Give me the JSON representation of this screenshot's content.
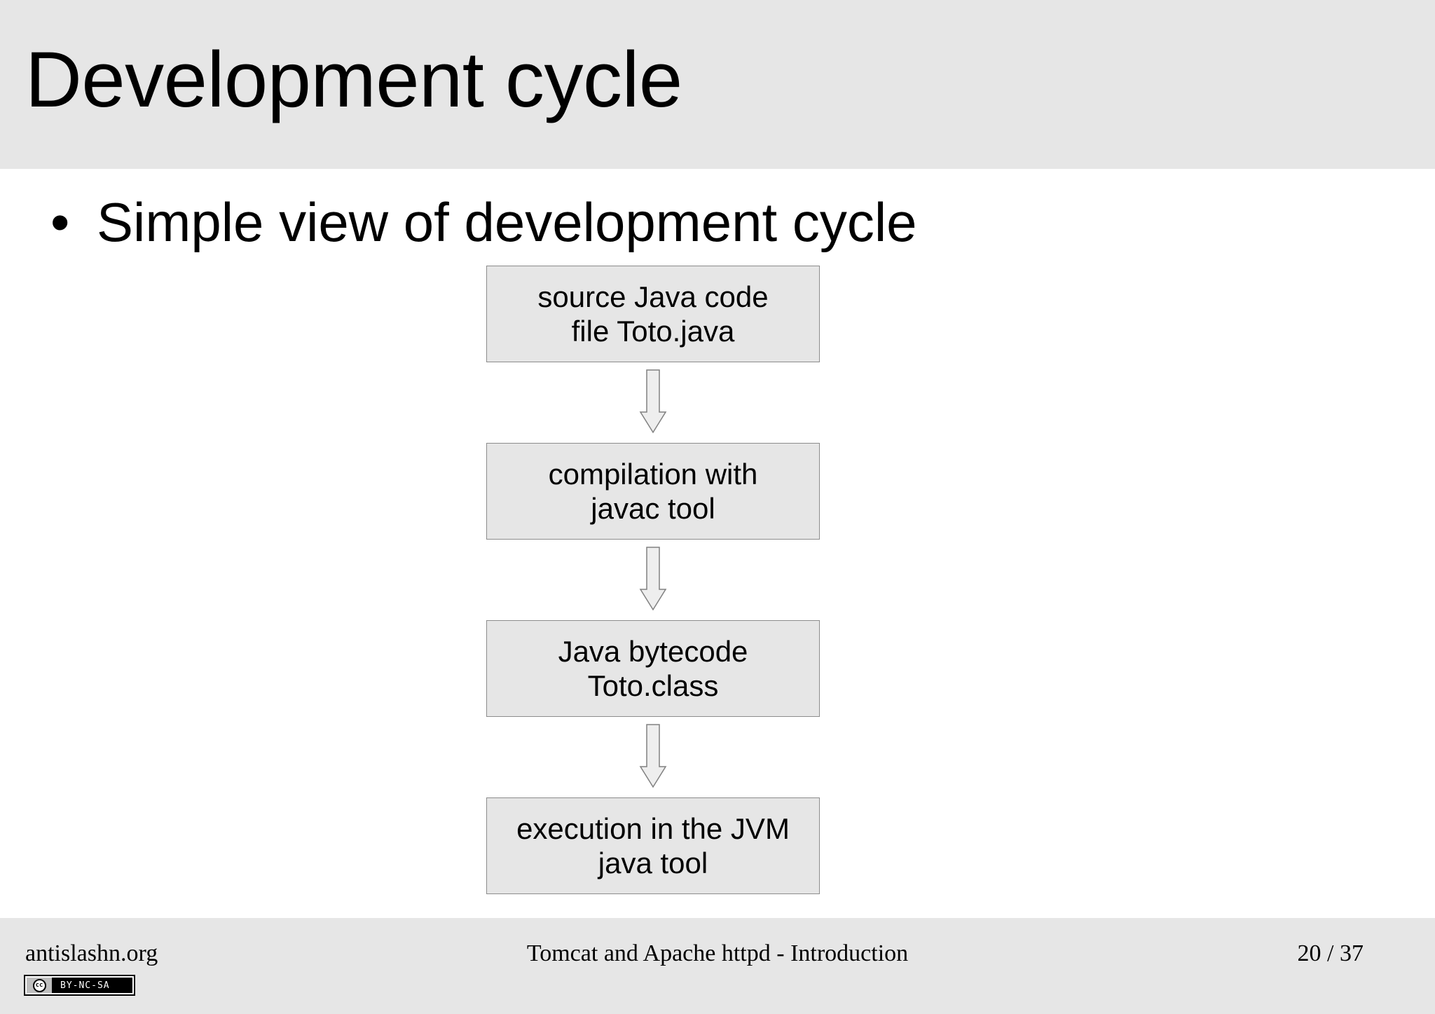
{
  "slide": {
    "title": "Development cycle",
    "bullet": "Simple view of development cycle"
  },
  "flow": {
    "steps": [
      {
        "line1": "source Java code",
        "line2": "file Toto.java"
      },
      {
        "line1": "compilation with",
        "line2": "javac tool"
      },
      {
        "line1": "Java bytecode",
        "line2": "Toto.class"
      },
      {
        "line1": "execution in the JVM",
        "line2": "java tool"
      }
    ]
  },
  "footer": {
    "site": "antislashn.org",
    "presentation_title": "Tomcat and Apache httpd - Introduction",
    "page_number": "20 / 37",
    "license_badge": {
      "icon": "creative-commons-icon",
      "label": "BY-NC-SA"
    }
  },
  "colors": {
    "band_background": "#e6e6e6",
    "box_fill": "#e6e6e6",
    "box_border": "#8c8c8c",
    "arrow_fill": "#eeeeee",
    "arrow_stroke": "#808080"
  }
}
